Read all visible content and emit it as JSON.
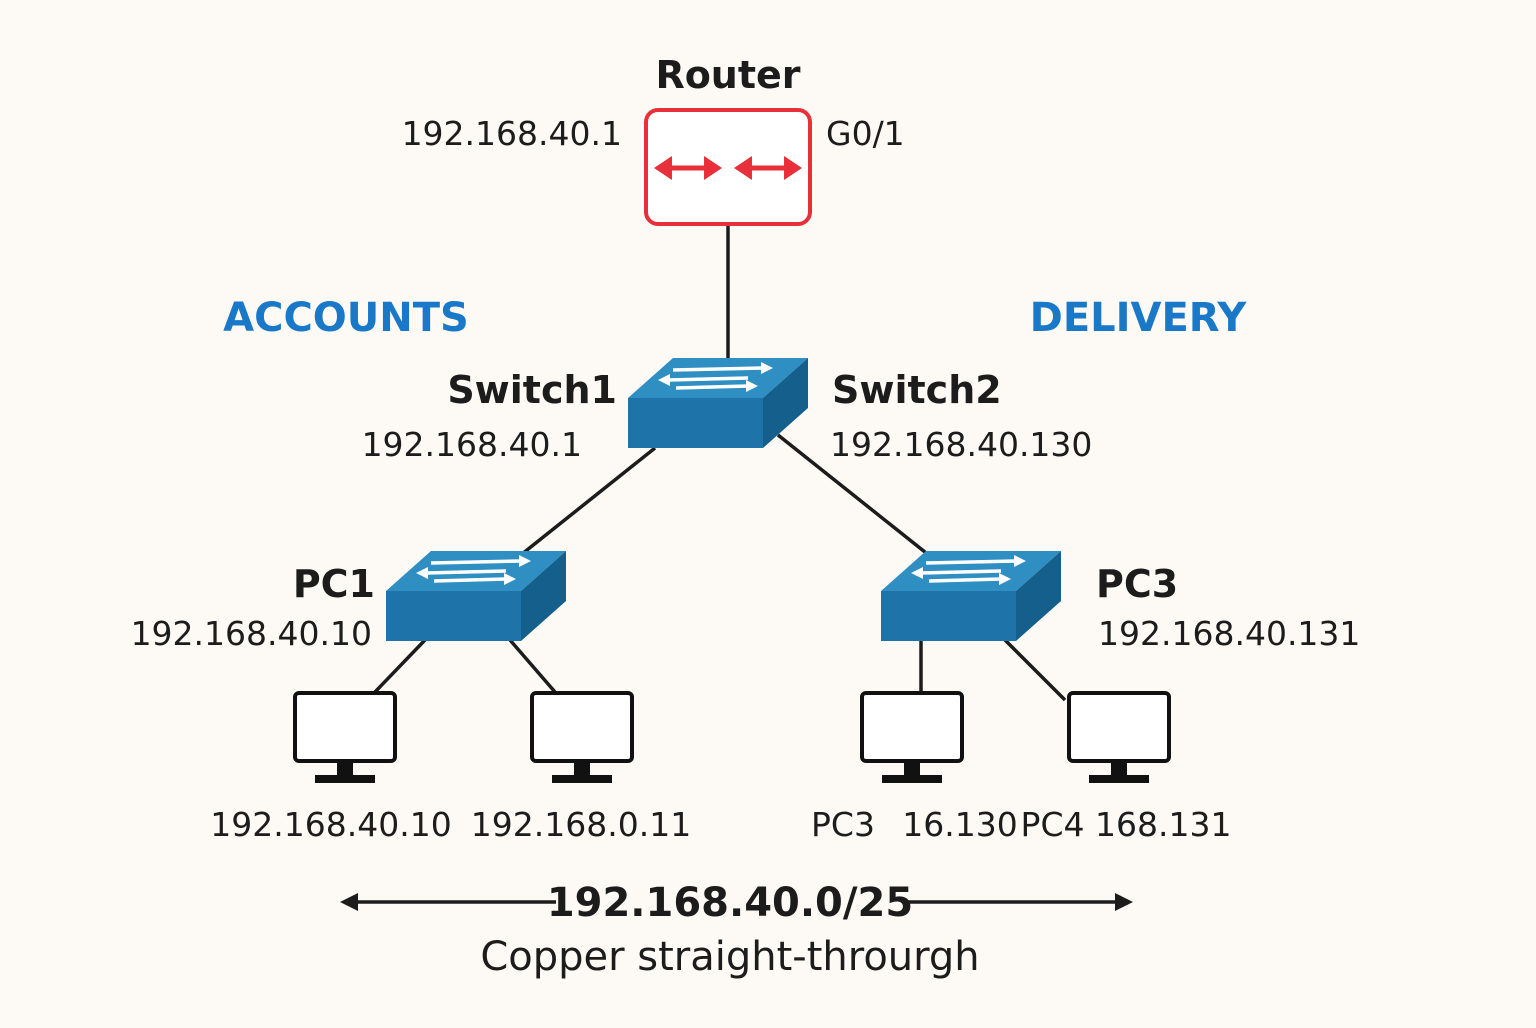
{
  "colors": {
    "background": "#fdfaf5",
    "router": "#e8303a",
    "switch_top": "#2f8ec2",
    "switch_front": "#1e74a8",
    "switch_side": "#155f8c",
    "group_label": "#1a78c8",
    "line": "#1c1c1c"
  },
  "router": {
    "title": "Router",
    "ip": "192.168.40.1",
    "interface": "G0/1",
    "icon": "router-icon"
  },
  "groups": {
    "left": "ACCOUNTS",
    "right": "DELIVERY"
  },
  "core_switch": {
    "left_name": "Switch1",
    "left_ip": "192.168.40.1",
    "right_name": "Switch2",
    "right_ip": "192.168.40.130",
    "icon": "switch-icon"
  },
  "left_switch": {
    "name": "PC1",
    "ip": "192.168.40.10",
    "icon": "switch-icon"
  },
  "right_switch": {
    "name": "PC3",
    "ip": "192.168.40.131",
    "icon": "switch-icon"
  },
  "hosts": [
    {
      "label": "192.168.40.10",
      "icon": "monitor-icon"
    },
    {
      "label": "192.168.0.11",
      "icon": "monitor-icon"
    },
    {
      "label": "PC3",
      "icon": "monitor-icon"
    },
    {
      "label": "16.130",
      "icon": "monitor-icon"
    },
    {
      "label": "PC4 168.131",
      "icon": "monitor-icon"
    }
  ],
  "footer": {
    "subnet": "192.168.40.0/25",
    "cable": "Copper straight-throurgh"
  }
}
